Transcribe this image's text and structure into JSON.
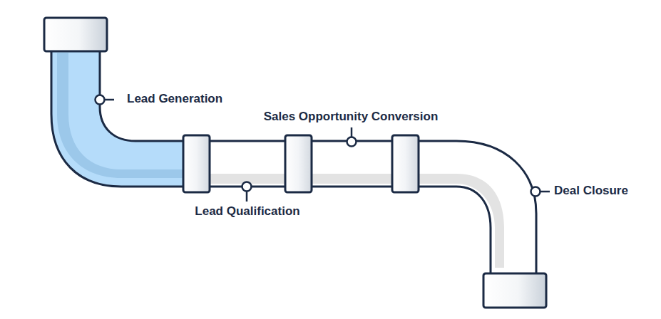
{
  "diagram": {
    "labels": [
      "Lead Generation",
      "Sales Opportunity Conversion",
      "Lead Qualification",
      "Deal Closure"
    ]
  }
}
